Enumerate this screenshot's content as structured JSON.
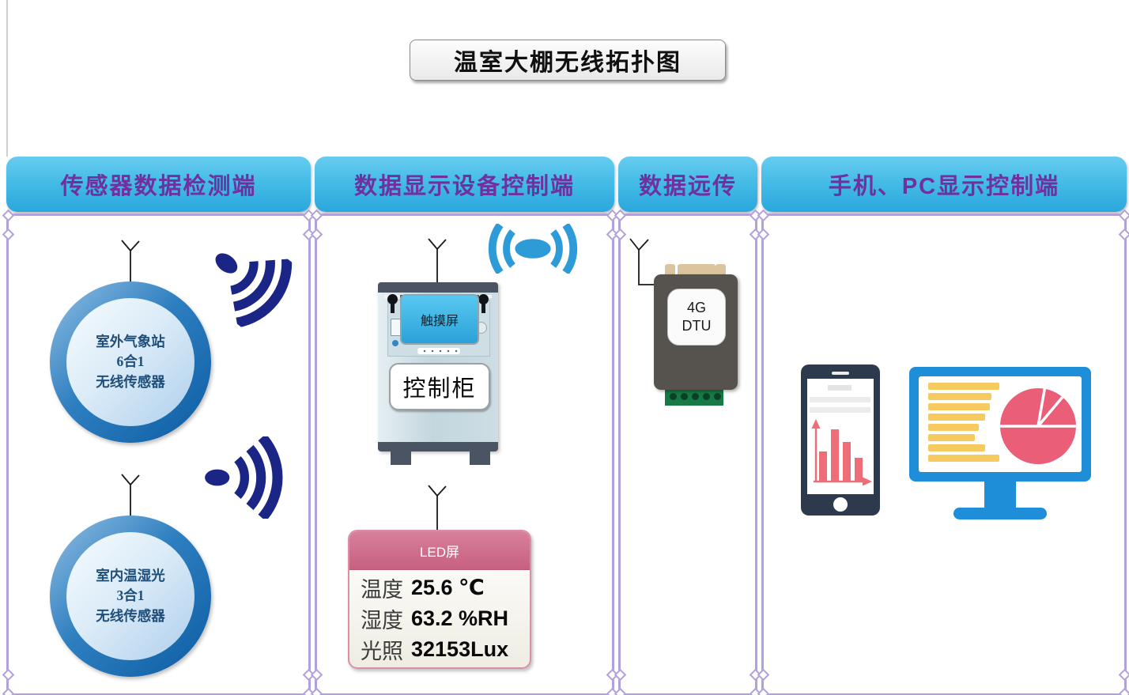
{
  "title": "温室大棚无线拓扑图",
  "columns": [
    {
      "header": "传感器数据检测端"
    },
    {
      "header": "数据显示设备控制端"
    },
    {
      "header": "数据远传"
    },
    {
      "header": "手机、PC显示控制端"
    }
  ],
  "sensor_detection": {
    "outdoor_sensor": {
      "line1": "室外气象站",
      "line2": "6合1",
      "line3": "无线传感器"
    },
    "indoor_sensor": {
      "line1": "室内温湿光",
      "line2": "3合1",
      "line3": "无线传感器"
    }
  },
  "control_cabinet": {
    "touch_screen_label": "触摸屏",
    "cabinet_label": "控制柜"
  },
  "led_screen": {
    "title": "LED屏",
    "readings": [
      {
        "label": "温度",
        "value": "25.6 ℃"
      },
      {
        "label": "湿度",
        "value": "63.2 %RH"
      },
      {
        "label": "光照",
        "value": "32153Lux"
      }
    ]
  },
  "dtu": {
    "line1": "4G",
    "line2": "DTU"
  },
  "icons": {
    "antenna-icon": "forked-line",
    "wifi-signal-icon": "dot-with-three-arcs",
    "broadcast-icon": "ellipse-with-side-arcs",
    "phone-icon": "smartphone-with-bar-chart",
    "monitor-icon": "desktop-with-text-lines-and-pie-chart",
    "bar-chart-icon": "pink-bars-with-axes",
    "pie-chart-icon": "pink-pie-with-white-dividers"
  },
  "colors": {
    "header_bg": "#3FB6E3",
    "header_text": "#7030A0",
    "frame_border": "#B1A0DA",
    "navy_signal": "#1A2586",
    "blue_signal": "#2E9BD9",
    "sensor_ring": "#0D5CA4",
    "sensor_text": "#1F4E79",
    "led_header": "#CE6B87",
    "dtu_body": "#56524E",
    "dtu_terminal_green": "#177A45",
    "phone_body": "#2D3A4E",
    "chart_pink": "#EA5E78",
    "monitor_blue": "#1F8ED8",
    "bar_yellow": "#F7CA60"
  }
}
